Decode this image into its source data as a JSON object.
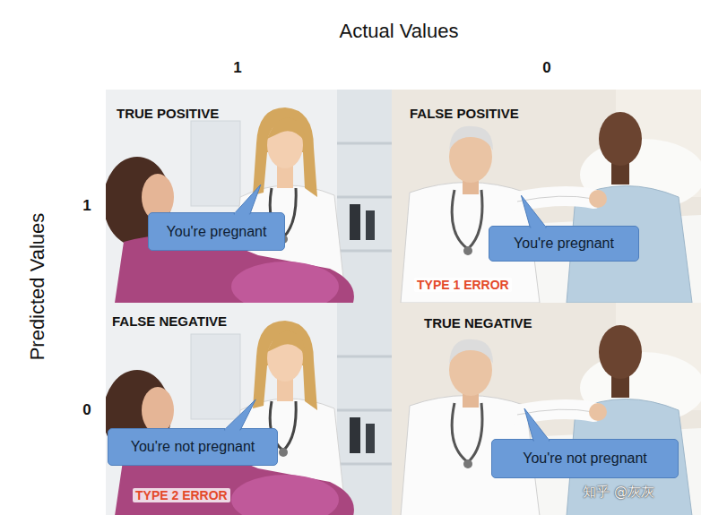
{
  "diagram": {
    "nodes": [
      {
        "text": [
          "TRUE POSITIVE"
        ]
      },
      {
        "text": [
          "You're pregnant"
        ],
        "in": 0
      },
      {
        "text": [
          "FALSE POSITIVE",
          "TYPE 1 ERROR"
        ]
      },
      {
        "text": [
          "You're pregnant"
        ],
        "in": 2
      },
      {
        "text": [
          "FALSE NEGATIVE",
          "TYPE 2 ERROR"
        ]
      },
      {
        "text": [
          "You're not pregnant"
        ],
        "in": 4
      },
      {
        "text": [
          "TRUE NEGATIVE"
        ]
      },
      {
        "text": [
          "You're not pregnant"
        ],
        "in": 6
      }
    ],
    "labels": [
      "Actual Values",
      "1",
      "0",
      "Predicted Values",
      "1",
      "0",
      "知乎 @灰灰"
    ]
  }
}
